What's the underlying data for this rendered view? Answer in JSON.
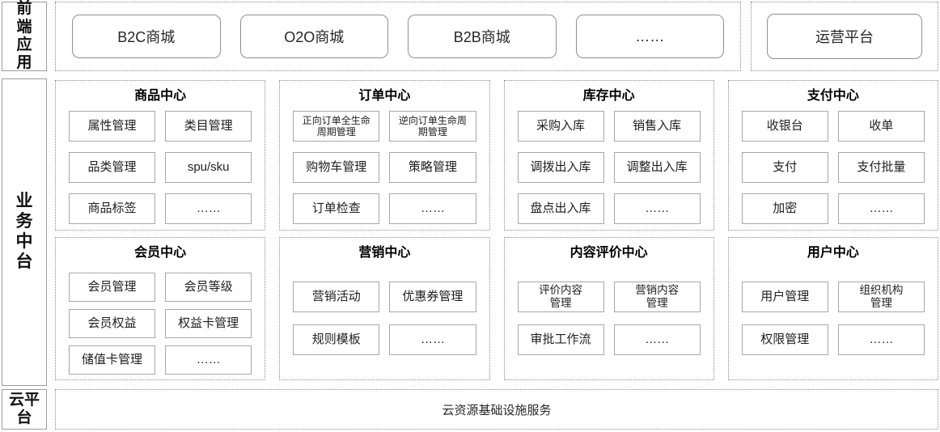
{
  "left_labels": {
    "frontend": "前端应用",
    "business": "业务中台",
    "cloud": "云平台"
  },
  "frontend_apps": {
    "items": [
      "B2C商城",
      "O2O商城",
      "B2B商城",
      "……"
    ],
    "ops_platform": "运营平台"
  },
  "centers": [
    {
      "title": "商品中心",
      "items": [
        "属性管理",
        "类目管理",
        "品类管理",
        "spu/sku",
        "商品标签",
        "……"
      ]
    },
    {
      "title": "订单中心",
      "items": [
        "正向订单全生命周期管理",
        "逆向订单生命周期管理",
        "购物车管理",
        "策略管理",
        "订单检查",
        "……"
      ]
    },
    {
      "title": "库存中心",
      "items": [
        "采购入库",
        "销售入库",
        "调拨出入库",
        "调整出入库",
        "盘点出入库",
        "……"
      ]
    },
    {
      "title": "支付中心",
      "items": [
        "收银台",
        "收单",
        "支付",
        "支付批量",
        "加密",
        "……"
      ]
    },
    {
      "title": "会员中心",
      "items": [
        "会员管理",
        "会员等级",
        "会员权益",
        "权益卡管理",
        "储值卡管理",
        "……"
      ]
    },
    {
      "title": "营销中心",
      "items": [
        "营销活动",
        "优惠券管理",
        "规则模板",
        "……"
      ]
    },
    {
      "title": "内容评价中心",
      "items": [
        "评价内容管理",
        "营销内容管理",
        "审批工作流",
        "……"
      ]
    },
    {
      "title": "用户中心",
      "items": [
        "用户管理",
        "组织机构管理",
        "权限管理",
        "……"
      ]
    }
  ],
  "cloud_layer": {
    "label": "云资源基础设施服务"
  },
  "colors": {
    "background": "#ffffff",
    "dotted_border": "#8a8a8a",
    "solid_border": "#a8a8a8",
    "text": "#1f1f1f"
  }
}
